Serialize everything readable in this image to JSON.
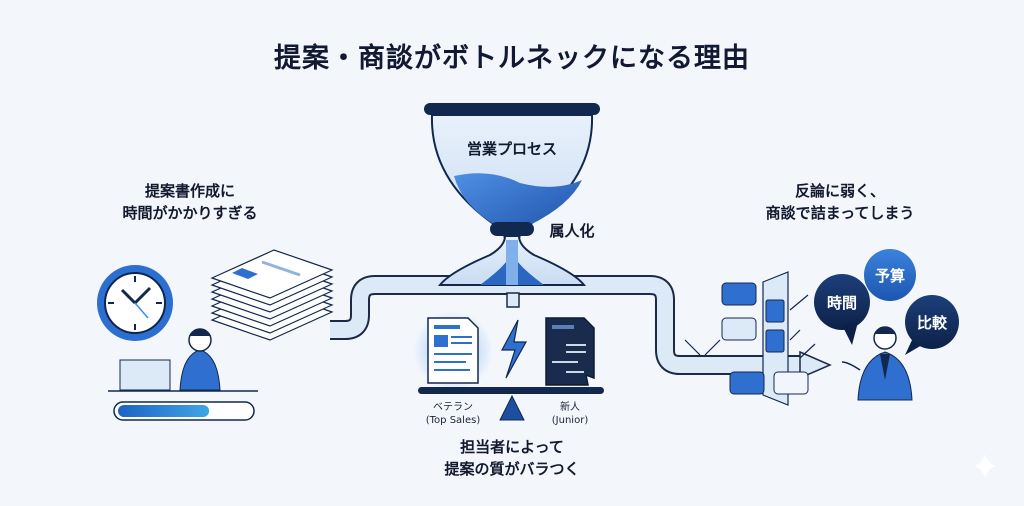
{
  "title": "提案・商談がボトルネックになる理由",
  "left_panel": {
    "caption_line1": "提案書作成に",
    "caption_line2": "時間がかかりすぎる",
    "progress_fraction": 0.68
  },
  "center_panel": {
    "hourglass_label": "営業プロセス",
    "neck_label": "属人化",
    "veteran_label": "ベテラン",
    "veteran_sub": "(Top Sales)",
    "junior_label": "新人",
    "junior_sub": "(Junior)",
    "caption_line1": "担当者によって",
    "caption_line2": "提案の質がバラつく"
  },
  "right_panel": {
    "caption_line1": "反論に弱く、",
    "caption_line2": "商談で詰まってしまう",
    "bubbles": [
      "時間",
      "予算",
      "比較"
    ]
  },
  "colors": {
    "navy": "#13284f",
    "blue": "#2f6fd0",
    "light_blue": "#d6e6f7",
    "background": "#f3f7fb"
  }
}
